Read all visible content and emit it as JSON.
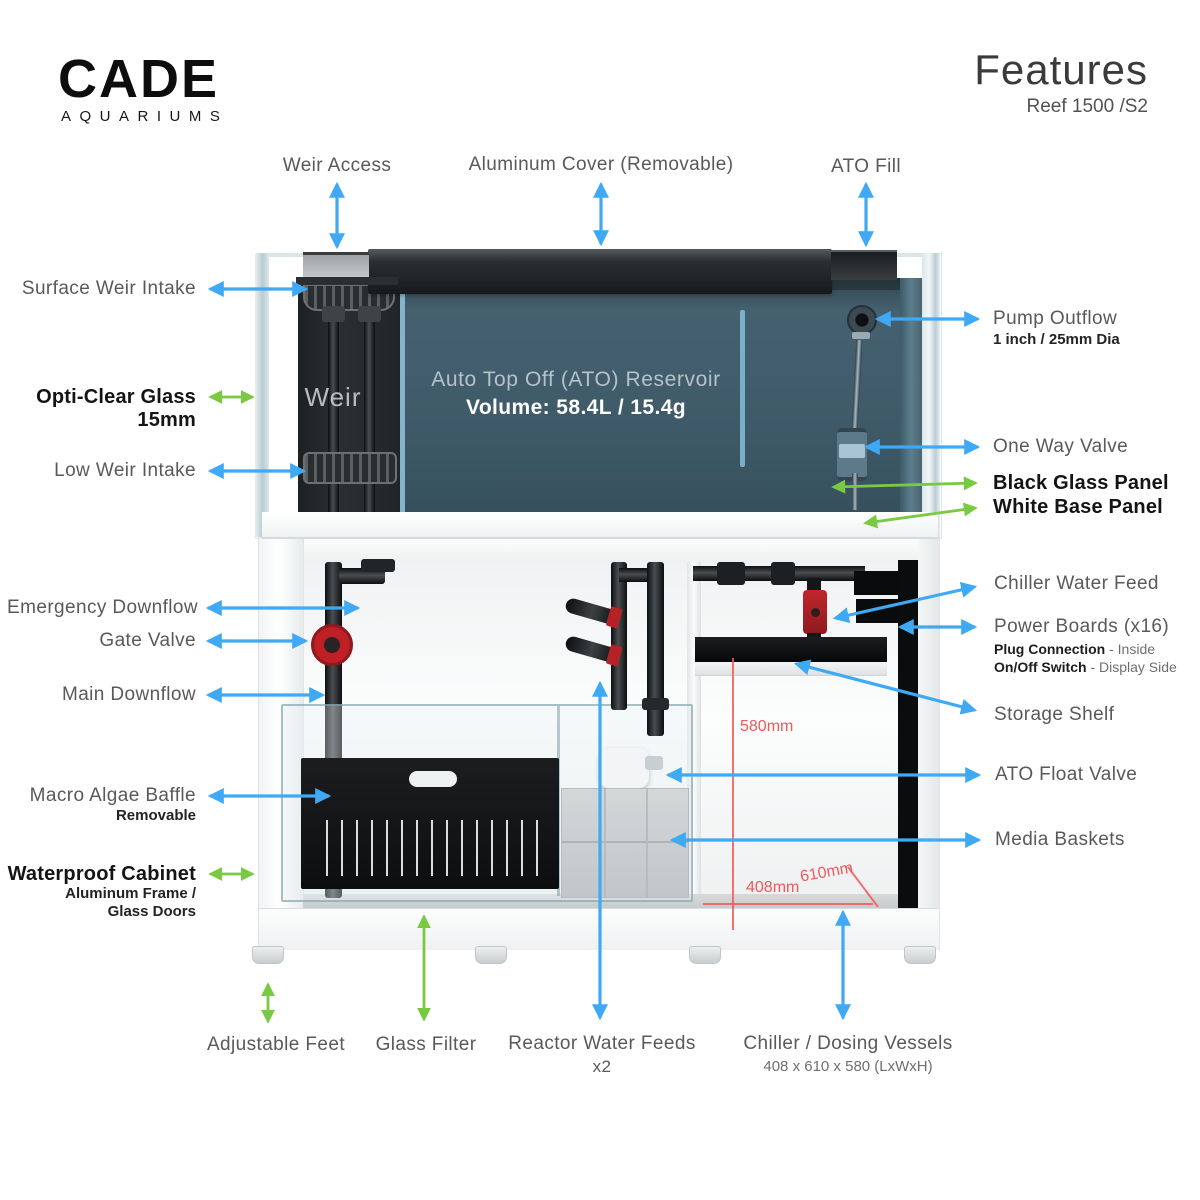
{
  "header": {
    "logo_brand": "CADE",
    "logo_sub": "AQUARIUMS",
    "title": "Features",
    "subtitle": "Reef 1500 /S2"
  },
  "tank": {
    "weir_label": "Weir",
    "reservoir_line1": "Auto Top Off (ATO) Reservoir",
    "reservoir_line2": "Volume: 58.4L / 15.4g"
  },
  "dimensions": {
    "height": "580mm",
    "width": "408mm",
    "depth": "610mm"
  },
  "callouts": {
    "weir_access": {
      "text": "Weir Access"
    },
    "aluminum_cover": {
      "text": "Aluminum Cover (Removable)"
    },
    "ato_fill": {
      "text": "ATO Fill"
    },
    "surface_weir_intake": {
      "text": "Surface Weir Intake"
    },
    "opti_clear_glass": {
      "line1": "Opti-Clear Glass",
      "line2": "15mm"
    },
    "low_weir_intake": {
      "text": "Low Weir Intake"
    },
    "emergency_downflow": {
      "text": "Emergency Downflow"
    },
    "gate_valve": {
      "text": "Gate Valve"
    },
    "main_downflow": {
      "text": "Main Downflow"
    },
    "macro_algae_baffle": {
      "text": "Macro Algae Baffle",
      "sub": "Removable"
    },
    "waterproof_cabinet": {
      "text": "Waterproof Cabinet",
      "sub1": "Aluminum Frame /",
      "sub2": "Glass Doors"
    },
    "pump_outflow": {
      "text": "Pump Outflow",
      "sub": "1 inch / 25mm Dia"
    },
    "one_way_valve": {
      "text": "One Way Valve"
    },
    "black_glass_panel": {
      "text": "Black Glass Panel"
    },
    "white_base_panel": {
      "text": "White Base Panel"
    },
    "chiller_water_feed": {
      "text": "Chiller Water Feed"
    },
    "power_boards": {
      "text": "Power Boards (x16)",
      "sub1_bold": "Plug Connection",
      "sub1_rest": " - Inside",
      "sub2_bold": "On/Off Switch",
      "sub2_rest": " - Display Side"
    },
    "storage_shelf": {
      "text": "Storage Shelf"
    },
    "ato_float_valve": {
      "text": "ATO Float Valve"
    },
    "media_baskets": {
      "text": "Media Baskets"
    },
    "adjustable_feet": {
      "text": "Adjustable Feet"
    },
    "glass_filter": {
      "text": "Glass Filter"
    },
    "reactor_water_feeds": {
      "text": "Reactor Water Feeds",
      "sub": "x2"
    },
    "chiller_dosing_vessels": {
      "text": "Chiller / Dosing Vessels",
      "sub": "408 x 610 x 580 (LxWxH)"
    }
  },
  "colors": {
    "arrow_blue": "#3FA9F5",
    "arrow_green": "#7AC943",
    "dimension_red": "#EF5A5A",
    "label_gray": "#58595B",
    "label_dark": "#141414",
    "reservoir_teal": "#3F5A68"
  }
}
